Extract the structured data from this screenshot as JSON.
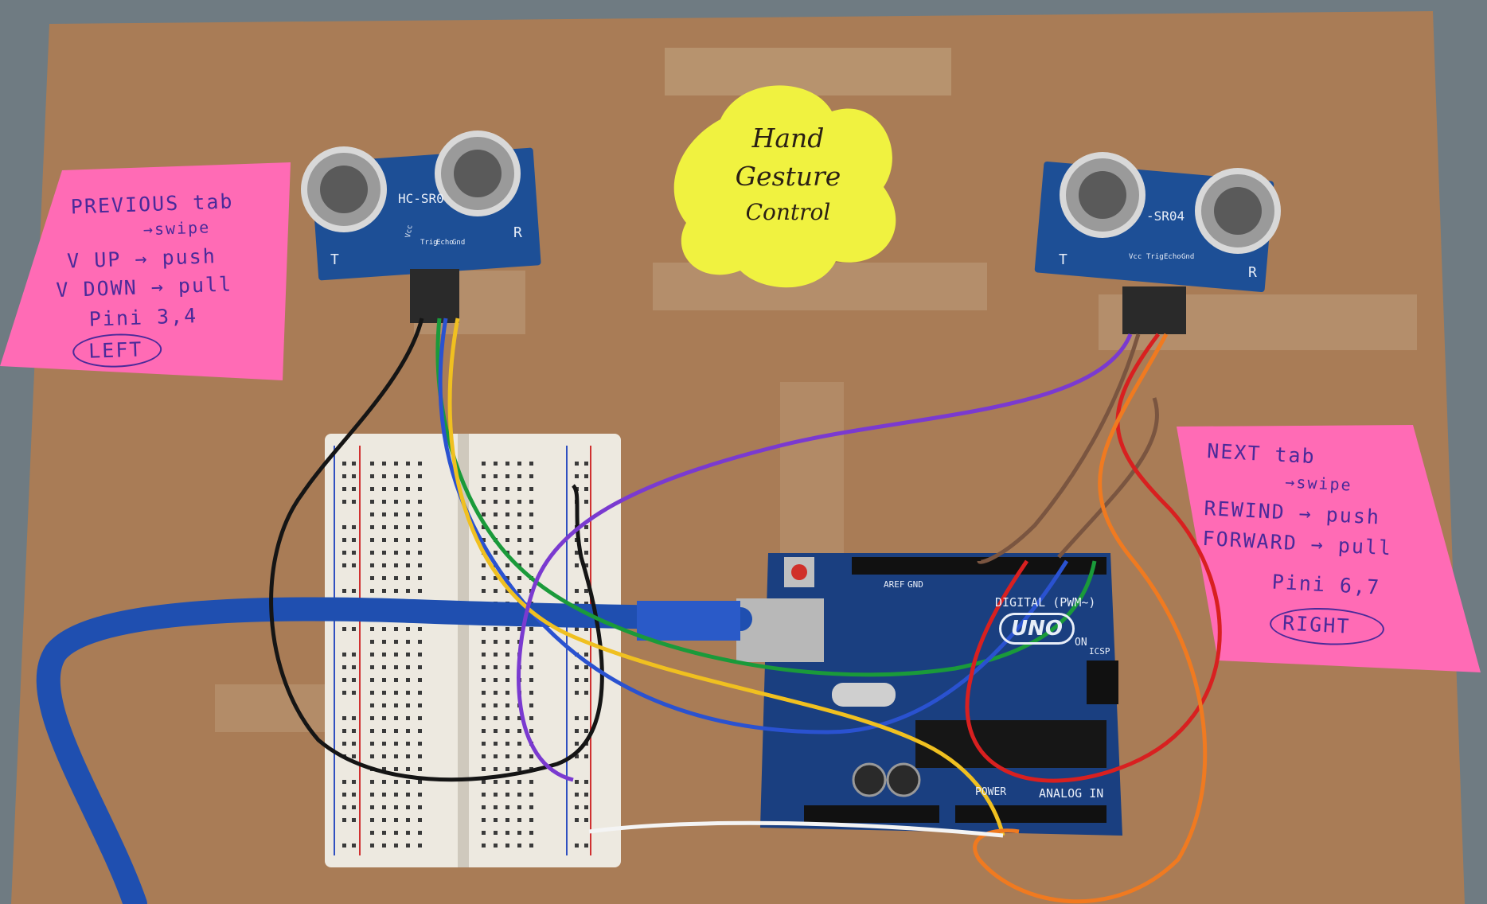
{
  "title_note": {
    "lines": [
      "Hand",
      "Gesture",
      "Control"
    ],
    "color": "#f0f240"
  },
  "left_note": {
    "lines": [
      "PREVIOUS tab",
      "→swipe",
      "V UP → push",
      "V DOWN → pull",
      "Pini 3,4"
    ],
    "badge": "LEFT",
    "color": "#ff6bb5"
  },
  "right_note": {
    "lines": [
      "NEXT tab",
      "→swipe",
      "REWIND → push",
      "FORWARD → pull",
      "Pini 6,7"
    ],
    "badge": "RIGHT",
    "color": "#ff6bb5"
  },
  "left_sensor": {
    "model_label": "HC-SR0",
    "pins": [
      "Vcc",
      "Trig",
      "Echo",
      "Gnd"
    ],
    "t_label": "T",
    "r_label": "R"
  },
  "right_sensor": {
    "model_label": "-SR04",
    "pins": [
      "Vcc",
      "Trig",
      "Echo",
      "Gnd"
    ],
    "t_label": "T",
    "r_label": "R"
  },
  "arduino": {
    "logo": "UNO",
    "digital_label": "DIGITAL (PWM~)",
    "analog_label": "ANALOG IN",
    "power_label": "POWER",
    "on_label": "ON",
    "icsp_label": "ICSP",
    "aref_label": "AREF",
    "gnd_label": "GND"
  },
  "colors": {
    "cardboard": "#a97c56",
    "pcb": "#1a3f80",
    "cable": "#1f4fb0",
    "breadboard": "#ede9e0"
  }
}
